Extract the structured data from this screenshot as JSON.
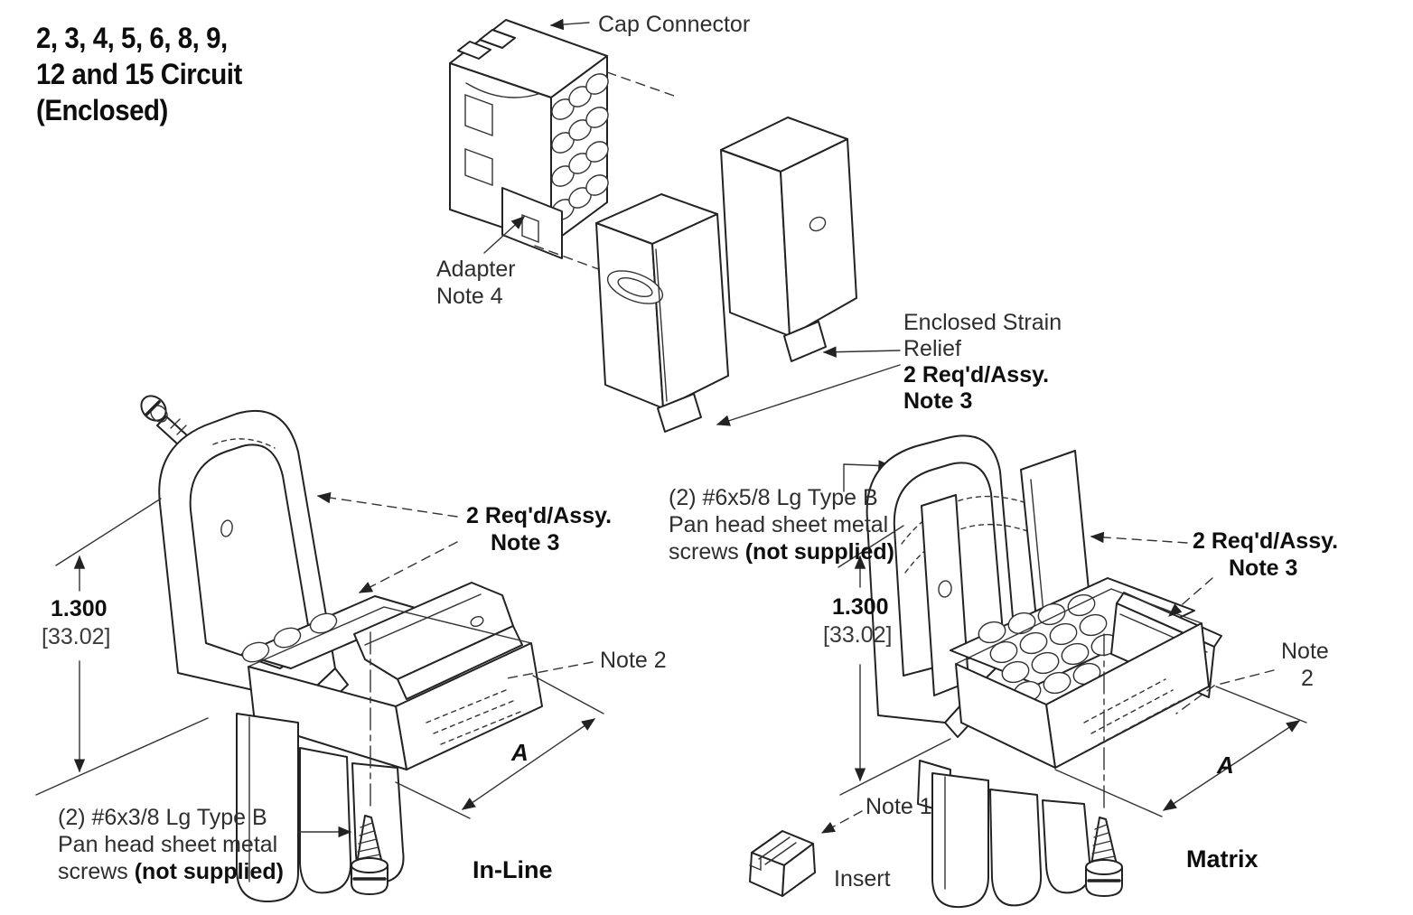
{
  "colors": {
    "ink": "#222222",
    "paper": "#ffffff"
  },
  "title": {
    "lines": [
      "2, 3, 4, 5, 6, 8, 9,",
      "12 and 15 Circuit",
      "(Enclosed)"
    ]
  },
  "exploded": {
    "cap_connector": "Cap Connector",
    "adapter": [
      "Adapter",
      "Note 4"
    ],
    "strain_relief": [
      "Enclosed Strain",
      "Relief"
    ],
    "strain_relief_bold": [
      "2 Req'd/Assy.",
      "Note 3"
    ]
  },
  "inline": {
    "name": "In-Line",
    "reqd": [
      "2 Req'd/Assy.",
      "Note 3"
    ],
    "dim_height": [
      "1.300",
      "[33.02]"
    ],
    "note2": "Note 2",
    "dim_a": "A",
    "screws": [
      "(2) #6x3/8 Lg Type B",
      "Pan head sheet metal"
    ],
    "screws_tail_regular": "screws ",
    "screws_tail_bold": "(not supplied)"
  },
  "matrix": {
    "name": "Matrix",
    "reqd": [
      "2 Req'd/Assy.",
      "Note 3"
    ],
    "dim_height": [
      "1.300",
      "[33.02]"
    ],
    "note2": [
      "Note",
      "2"
    ],
    "dim_a": "A",
    "note1": "Note 1",
    "insert": "Insert",
    "screws": [
      "(2) #6x5/8 Lg Type B",
      "Pan head sheet metal"
    ],
    "screws_tail_regular": "screws ",
    "screws_tail_bold": "(not supplied)"
  }
}
